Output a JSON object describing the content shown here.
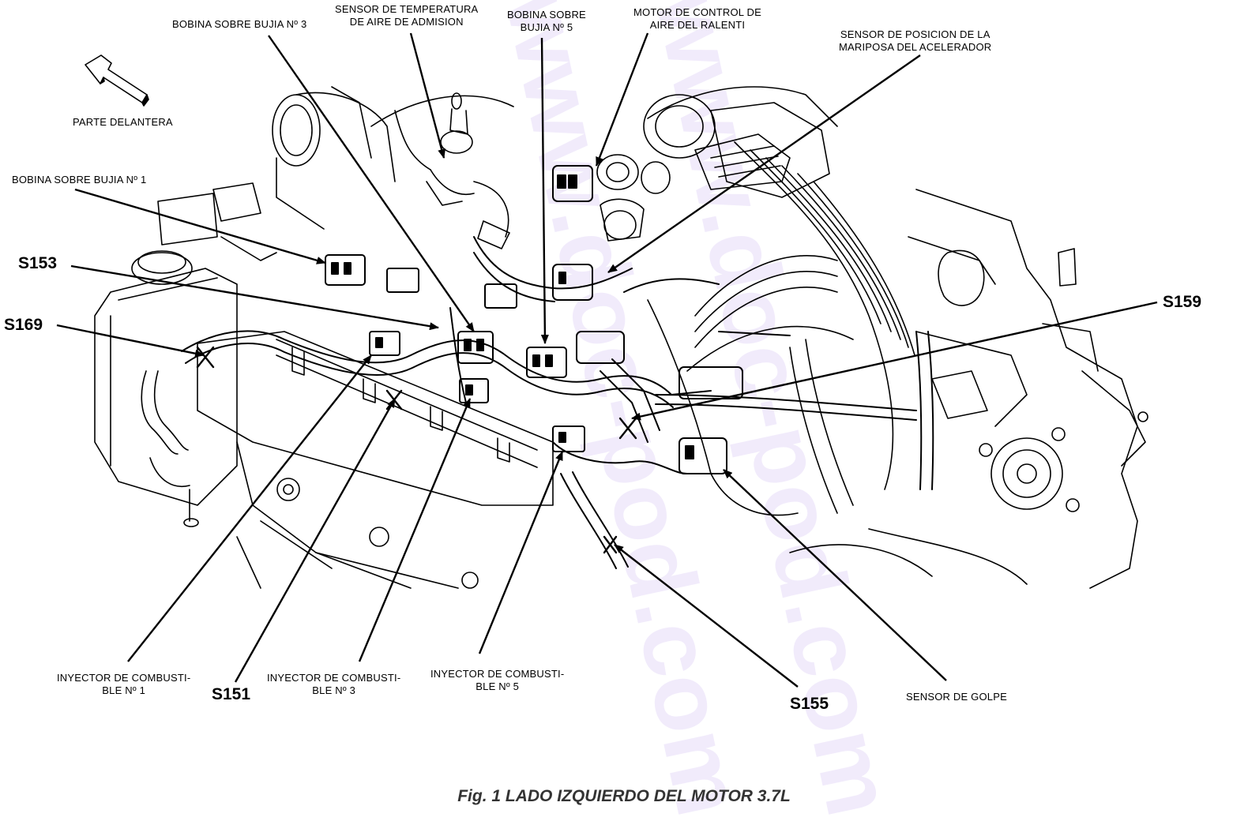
{
  "figure": {
    "caption": "Fig. 1 LADO IZQUIERDO DEL MOTOR 3.7L"
  },
  "orientation": {
    "label": "PARTE DELANTERA",
    "icon": "front-arrow-icon"
  },
  "labels": {
    "coil_3": [
      "BOBINA SOBRE BUJIA Nº 3"
    ],
    "iat_sensor": [
      "SENSOR DE TEMPERATURA",
      "DE AIRE DE ADMISION"
    ],
    "coil_5": [
      "BOBINA SOBRE",
      "BUJIA Nº 5"
    ],
    "iac_motor": [
      "MOTOR DE CONTROL DE",
      "AIRE DEL RALENTI"
    ],
    "tps_sensor": [
      "SENSOR DE POSICION DE LA",
      "MARIPOSA DEL ACELERADOR"
    ],
    "coil_1": [
      "BOBINA SOBRE BUJIA Nº 1"
    ],
    "injector_1": [
      "INYECTOR DE COMBUSTI-",
      "BLE Nº 1"
    ],
    "injector_3": [
      "INYECTOR DE COMBUSTI-",
      "BLE Nº 3"
    ],
    "injector_5": [
      "INYECTOR DE COMBUSTI-",
      "BLE Nº 5"
    ],
    "knock_sensor": [
      "SENSOR DE GOLPE"
    ]
  },
  "splices": {
    "s153": "S153",
    "s169": "S169",
    "s159": "S159",
    "s151": "S151",
    "s155": "S155"
  },
  "watermark": {
    "text": "www.doc-pod.com",
    "color": "#e6dcf8"
  },
  "colors": {
    "ink": "#000000",
    "caption": "#333333"
  }
}
